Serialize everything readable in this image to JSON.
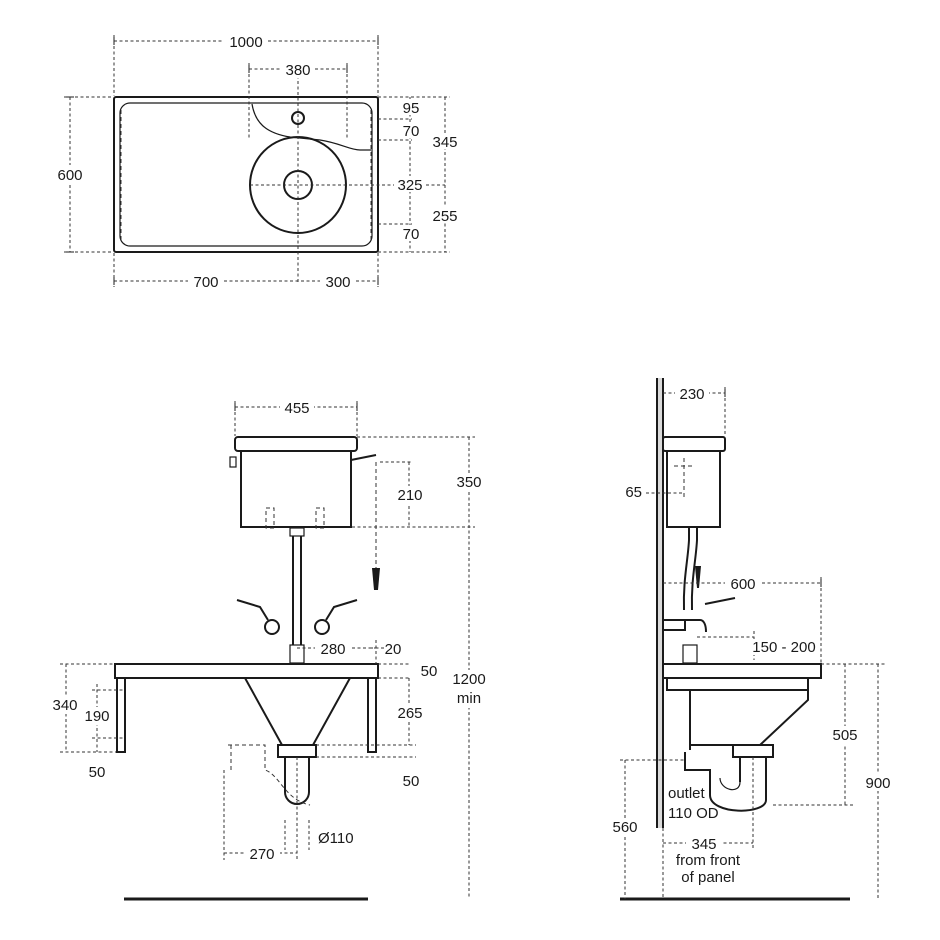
{
  "top_view": {
    "width": "1000",
    "depth": "600",
    "hopper_width": "380",
    "d95": "95",
    "d70a": "70",
    "d345": "345",
    "d325": "325",
    "d255": "255",
    "d70b": "70",
    "left_width": "700",
    "right_width": "300"
  },
  "front_view": {
    "cistern_width": "455",
    "cistern_height": "350",
    "d210": "210",
    "d280": "280",
    "d20": "20",
    "d50a": "50",
    "d340": "340",
    "d190": "190",
    "d265": "265",
    "d50b": "50",
    "d50c": "50",
    "height_total": "1200",
    "height_note": "min",
    "d270": "270",
    "outlet_diameter": "Ø110"
  },
  "side_view": {
    "cistern_depth": "230",
    "d65": "65",
    "projection": "600",
    "tap_range": "150 - 200",
    "d505": "505",
    "d900": "900",
    "d560": "560",
    "outlet_line1": "outlet",
    "outlet_line2": "110 OD",
    "d345": "345",
    "front_note1": "from front",
    "front_note2": "of panel"
  }
}
